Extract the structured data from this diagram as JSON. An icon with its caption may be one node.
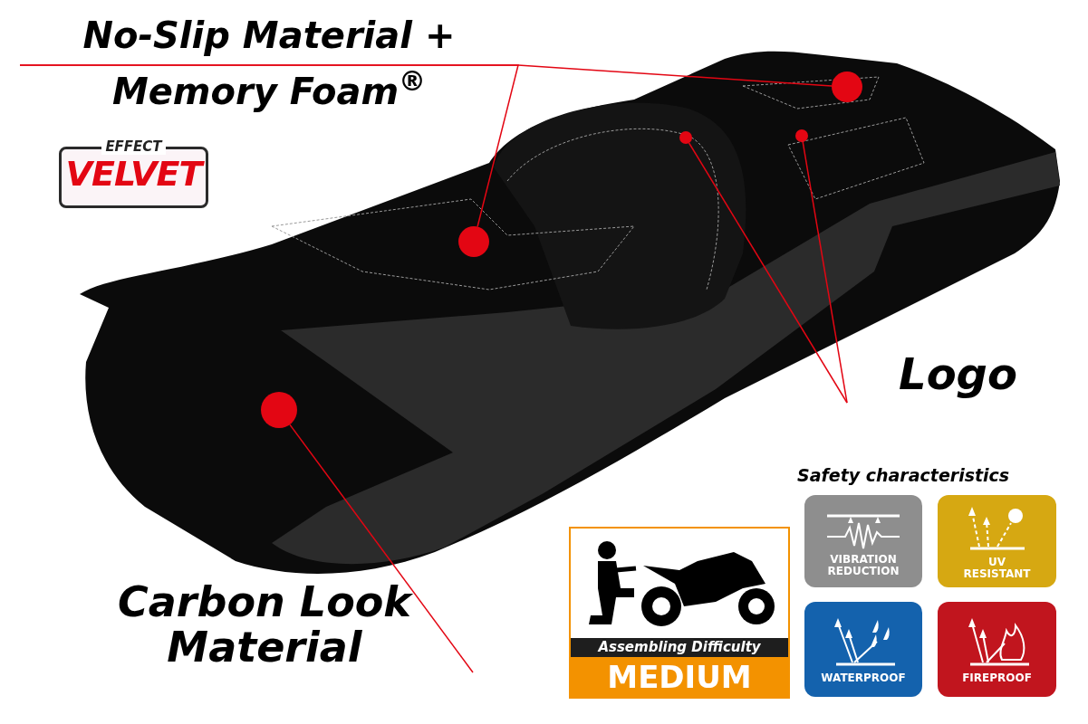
{
  "diagram": {
    "nodes": [
      {
        "text": [
          "No-Slip Material + Memory Foam$^{®}$"
        ]
      },
      {
        "text": [],
        "shape": "circle"
      },
      {
        "text": [],
        "shape": "circle"
      },
      {
        "text": [
          "Logo"
        ]
      },
      {
        "text": [],
        "shape": "circle"
      },
      {
        "text": [],
        "shape": "circle"
      },
      {
        "text": [
          "Carbon Look Material"
        ]
      },
      {
        "text": [],
        "shape": "circle"
      },
      {
        "text": [
          "EFFECT",
          "VELVET"
        ]
      },
      {
        "text": [
          "Assembling Difficulty",
          "MEDIUM"
        ]
      },
      {
        "text": [
          "VIBRATION REDUCTION"
        ]
      },
      {
        "text": [
          "UV RESISTANT"
        ]
      },
      {
        "text": [
          "WATERPROOF"
        ]
      },
      {
        "text": [
          "FIREPROOF"
        ]
      }
    ],
    "edges": [
      {
        "from": 0,
        "to": 1,
        "arrow": "none"
      },
      {
        "from": 0,
        "to": 2,
        "arrow": "none"
      },
      {
        "from": 3,
        "to": 4,
        "arrow": "none"
      },
      {
        "from": 3,
        "to": 5,
        "arrow": "none"
      },
      {
        "from": 6,
        "to": 7,
        "arrow": "none"
      }
    ],
    "labels": [
      "Safety characteristics"
    ]
  }
}
